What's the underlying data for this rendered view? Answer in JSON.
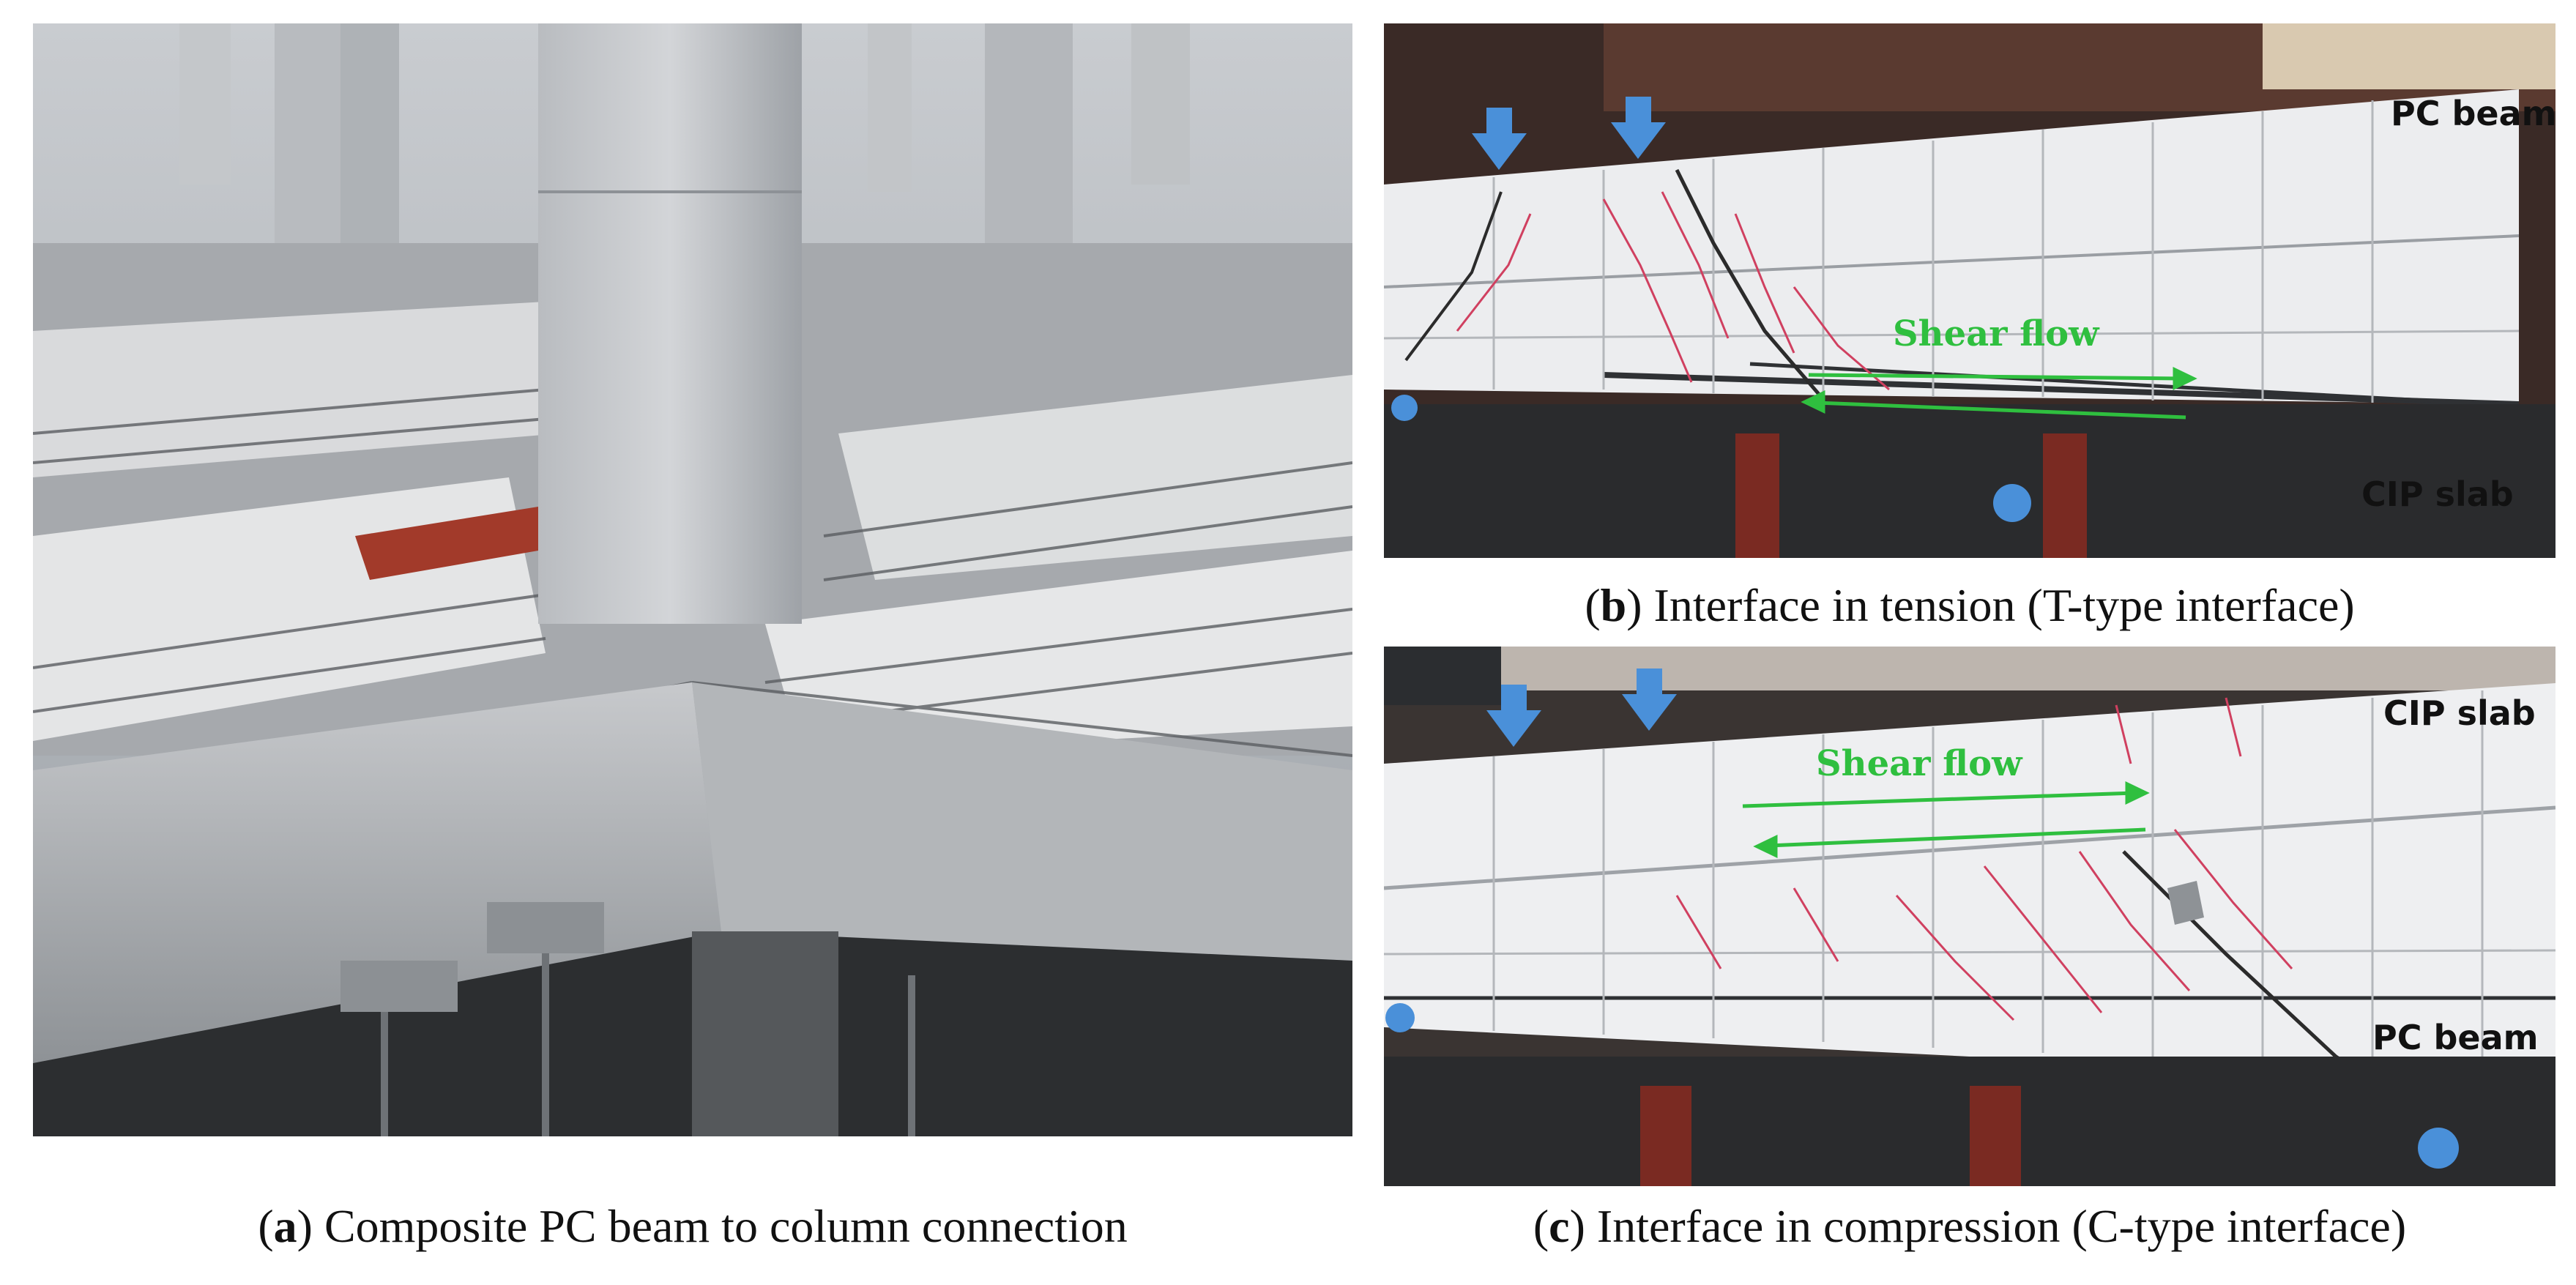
{
  "panel_a": {
    "caption_letter": "a",
    "caption_text": "Composite PC beam to column connection"
  },
  "panel_b": {
    "caption_letter": "b",
    "caption_text": "Interface in tension (T-type interface)",
    "label_top": "PC beam",
    "label_bottom": "CIP slab",
    "shear_flow": "Shear flow"
  },
  "panel_c": {
    "caption_letter": "c",
    "caption_text": "Interface in compression (C-type interface)",
    "label_top": "CIP slab",
    "label_bottom": "PC beam",
    "shear_flow": "Shear flow"
  },
  "colors": {
    "load_arrow": "#4a90d9",
    "support": "#4a90d9",
    "shear_arrow": "#2fbf3f",
    "crack_marks": "#d04060"
  }
}
